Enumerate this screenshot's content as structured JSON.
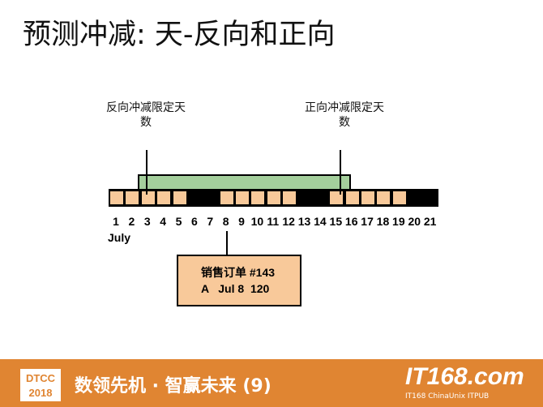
{
  "title": "预测冲减: 天-反向和正向",
  "labels": {
    "backward": "反向冲减限定天数",
    "forward": "正向冲减限定天数"
  },
  "calendar": {
    "month": "July",
    "days": [
      "1",
      "2",
      "3",
      "4",
      "5",
      "6",
      "7",
      "8",
      "9",
      "10",
      "11",
      "12",
      "13",
      "14",
      "15",
      "16",
      "17",
      "18",
      "19",
      "20",
      "21"
    ],
    "non_working_days": [
      6,
      7,
      13,
      14,
      20,
      21
    ],
    "window_start_day": 3,
    "window_end_day": 15,
    "order_day": 8
  },
  "order_box": {
    "line1": "销售订单 #143",
    "line2": "A   Jul 8  120"
  },
  "footer": {
    "dtcc_top": "DTCC",
    "dtcc_year": "2018",
    "slogan": "数领先机 · 智赢未来 (9)",
    "logo": "IT168.com",
    "sublogos": "IT168  ChinaUnix  ITPUB"
  },
  "colors": {
    "cell": "#f8c99a",
    "window": "#a4cf9c",
    "footer": "#e08532"
  }
}
